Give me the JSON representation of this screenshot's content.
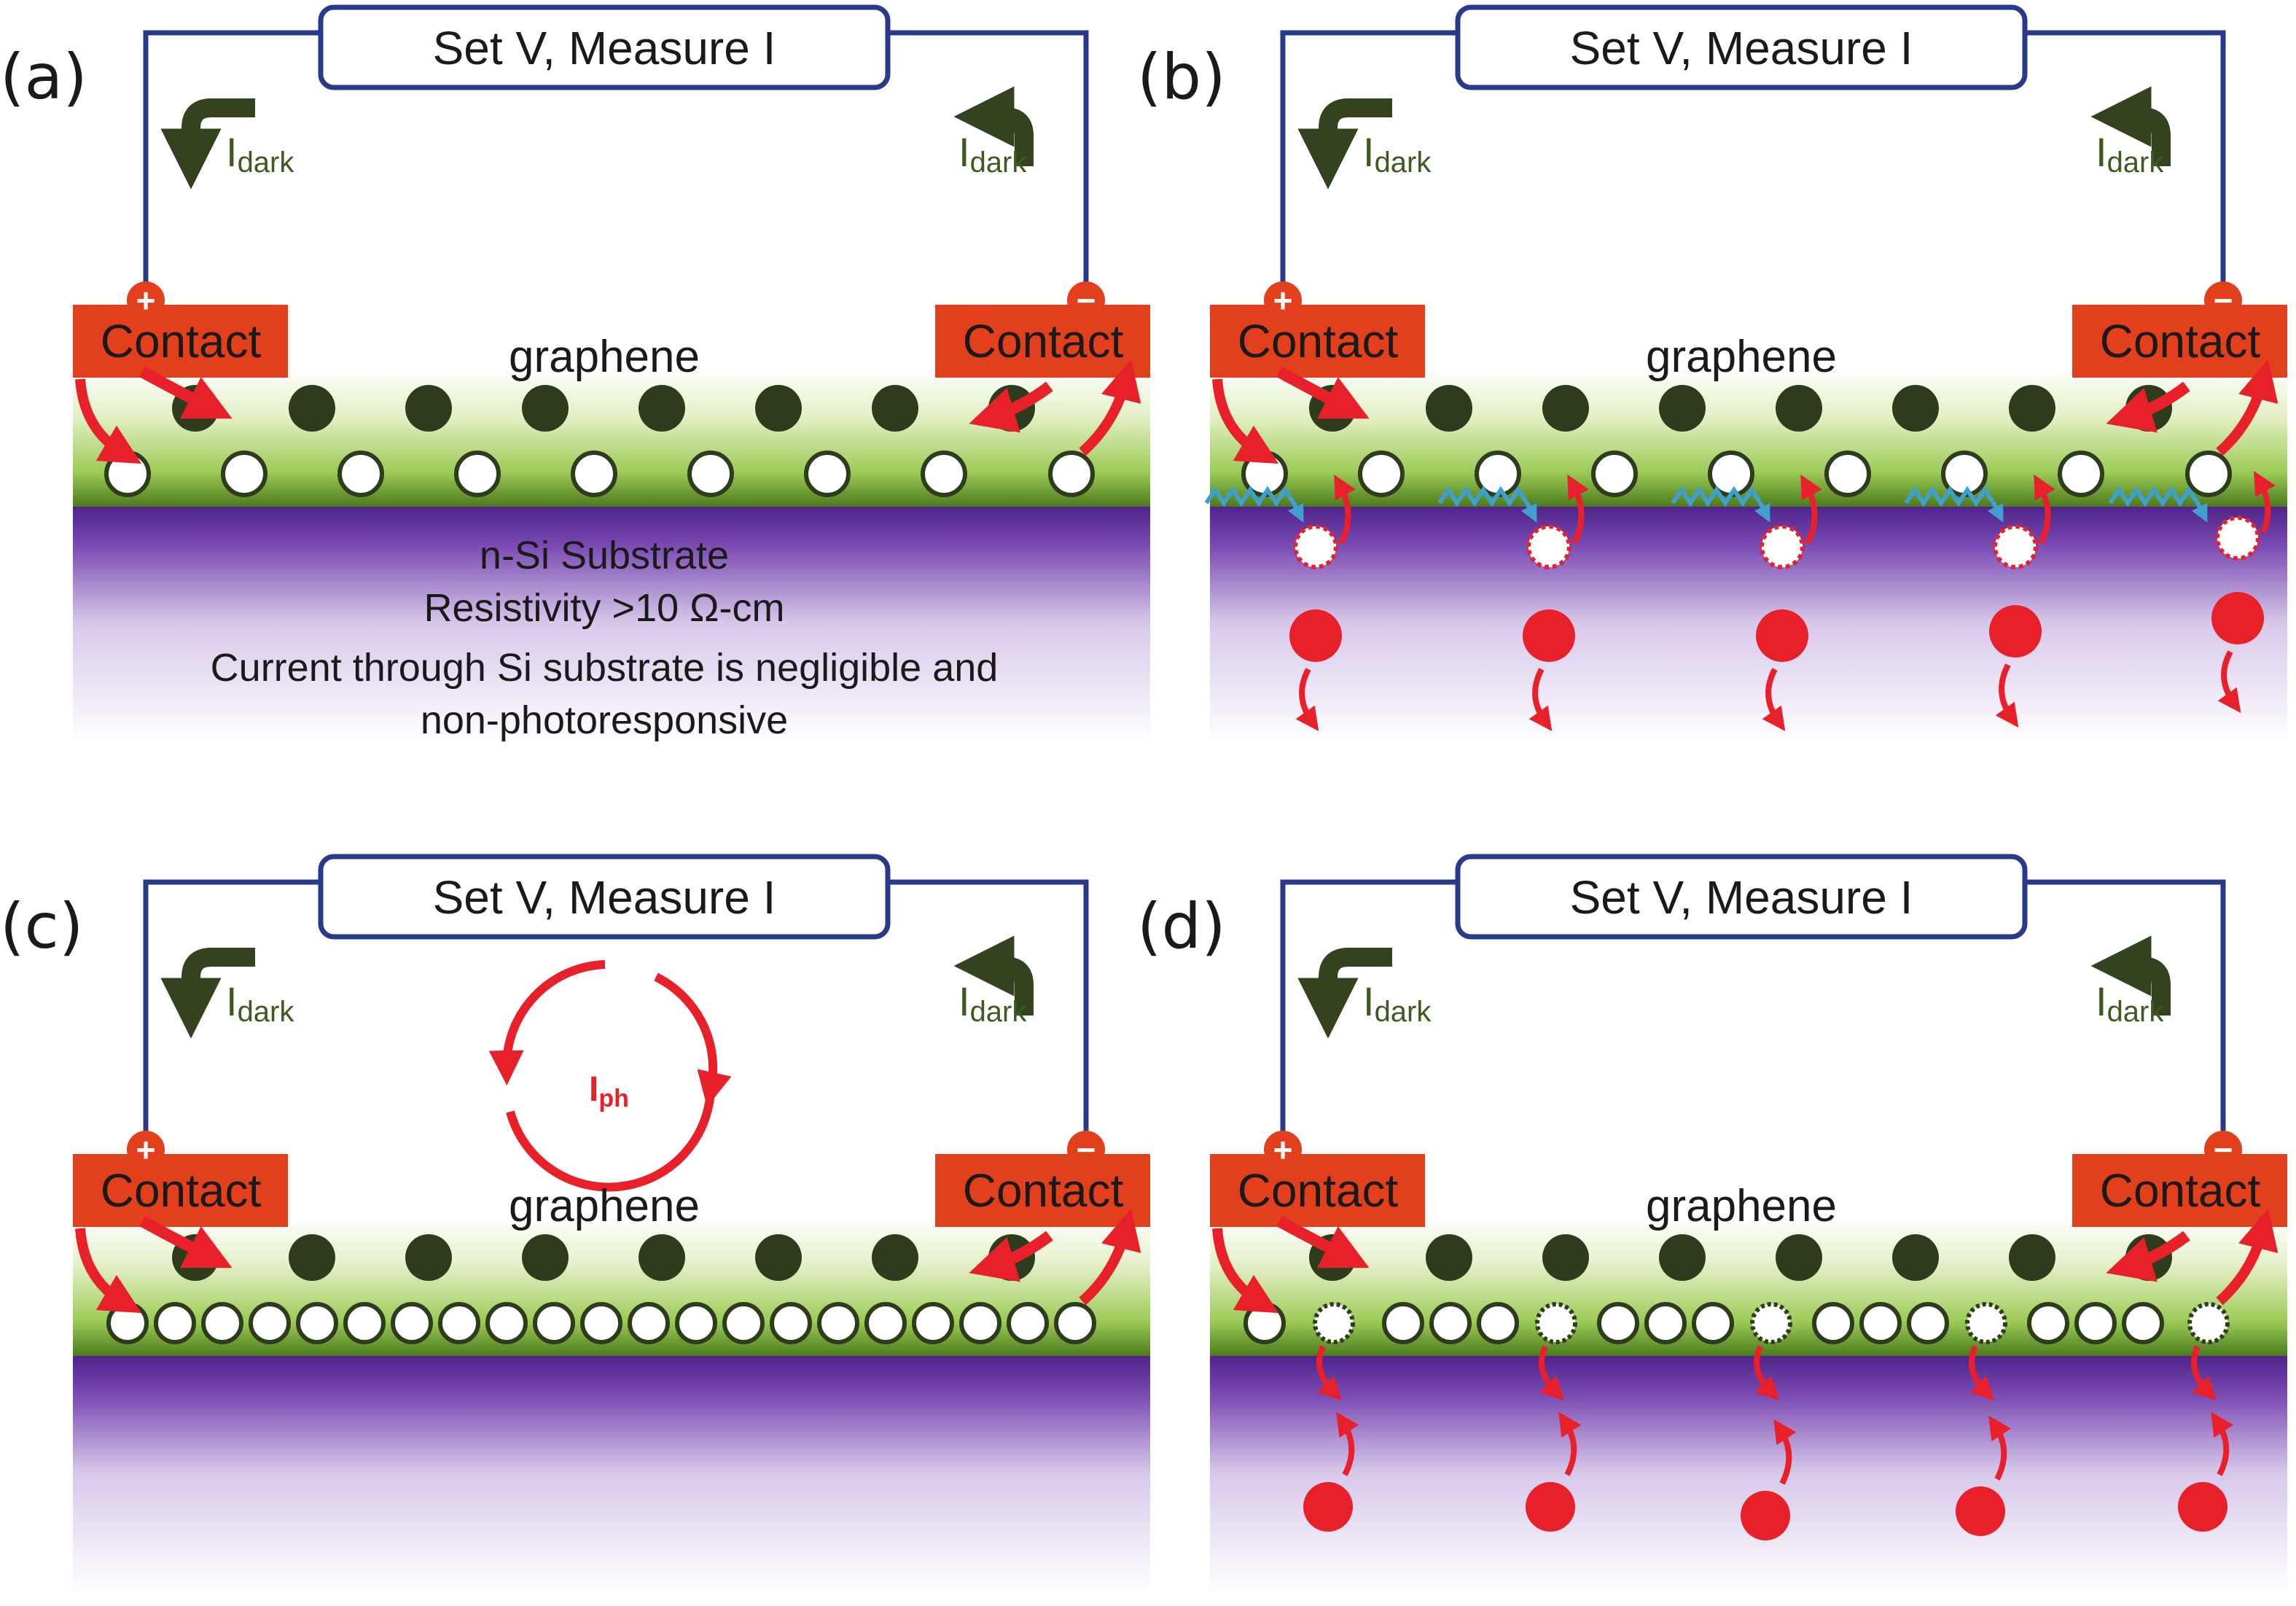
{
  "panels": [
    {
      "id": "a",
      "letter": "(a)",
      "meter_label": "Set V, Measure I",
      "contacts": [
        "Contact",
        "Contact"
      ],
      "signs": [
        "+",
        "−"
      ],
      "graphene_label": "graphene",
      "idark": [
        {
          "main": "I",
          "sub": "dark"
        },
        {
          "main": "I",
          "sub": "dark"
        }
      ],
      "substrate_text": [
        "n-Si Substrate",
        "Resistivity >10 Ω-cm",
        "Current through Si substrate is negligible and",
        "non-photoresponsive"
      ]
    },
    {
      "id": "b",
      "letter": "(b)",
      "meter_label": "Set V, Measure I",
      "contacts": [
        "Contact",
        "Contact"
      ],
      "signs": [
        "+",
        "−"
      ],
      "graphene_label": "graphene",
      "idark": [
        {
          "main": "I",
          "sub": "dark"
        },
        {
          "main": "I",
          "sub": "dark"
        }
      ]
    },
    {
      "id": "c",
      "letter": "(c)",
      "meter_label": "Set V, Measure I",
      "contacts": [
        "Contact",
        "Contact"
      ],
      "signs": [
        "+",
        "−"
      ],
      "graphene_label": "graphene",
      "idark": [
        {
          "main": "I",
          "sub": "dark"
        },
        {
          "main": "I",
          "sub": "dark"
        }
      ],
      "iph": {
        "main": "I",
        "sub": "ph"
      }
    },
    {
      "id": "d",
      "letter": "(d)",
      "meter_label": "Set V, Measure I",
      "contacts": [
        "Contact",
        "Contact"
      ],
      "signs": [
        "+",
        "−"
      ],
      "graphene_label": "graphene",
      "idark": [
        {
          "main": "I",
          "sub": "dark"
        },
        {
          "main": "I",
          "sub": "dark"
        }
      ]
    }
  ],
  "colors": {
    "wire": "#2a3a8a",
    "contact": "#e2401c",
    "electron": "#2e3b1c",
    "idark_arrow": "#33421f",
    "idark_text": "#3e5a1e",
    "graphene_green": "#7fb33a",
    "substrate_purple": "#5a2d91",
    "iph_red": "#e8202a",
    "photon_blue": "#3fa0d0",
    "injected_hole": "#e8202a"
  },
  "icons": [
    "electron-icon",
    "hole-icon",
    "photon-icon",
    "curved-arrow-icon",
    "idark-arrow-icon",
    "iph-loop-icon"
  ]
}
